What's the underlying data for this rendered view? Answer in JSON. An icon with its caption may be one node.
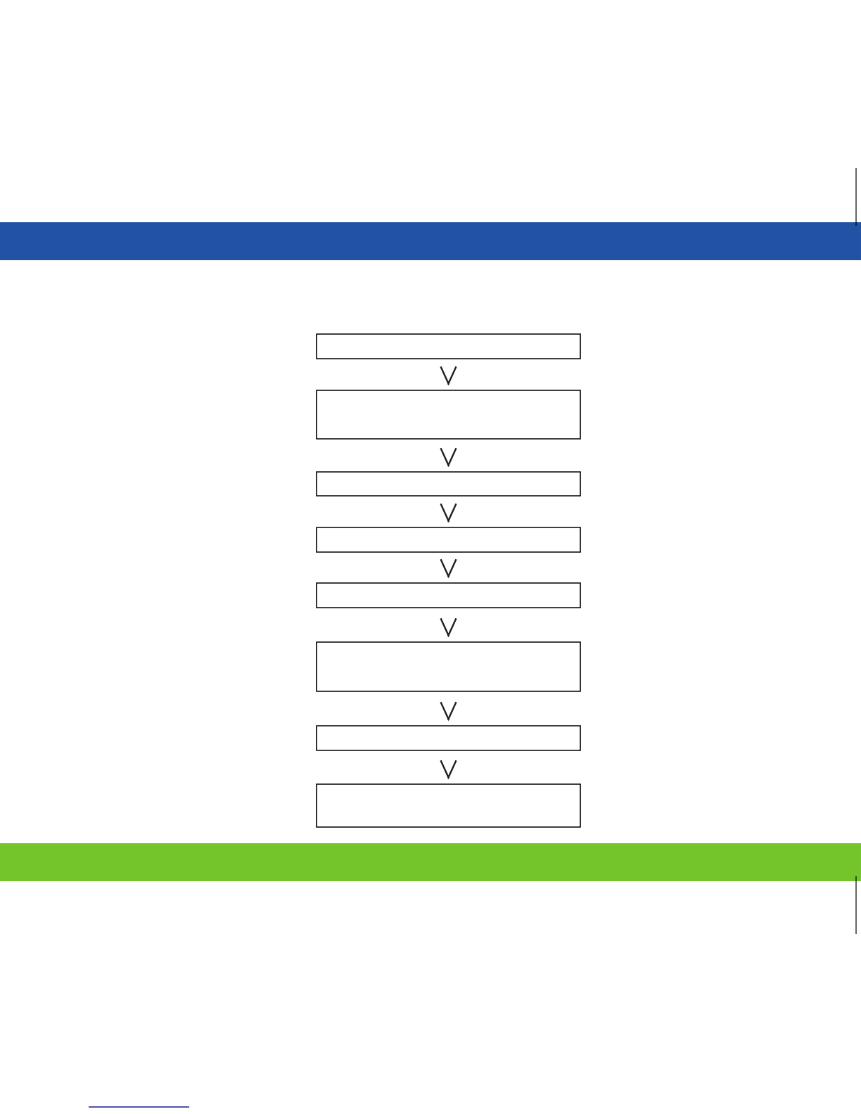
{
  "diagram": {
    "nodes": [
      {
        "text": [],
        "shape": "box"
      },
      {
        "text": [],
        "shape": "box"
      },
      {
        "text": [],
        "shape": "box"
      },
      {
        "text": [],
        "shape": "box"
      },
      {
        "text": [],
        "shape": "box"
      },
      {
        "text": [],
        "shape": "box"
      },
      {
        "text": [],
        "shape": "box"
      },
      {
        "text": [],
        "shape": "box"
      }
    ],
    "edges": [
      {
        "from": 0,
        "to": 1,
        "arrow": "to"
      },
      {
        "from": 1,
        "to": 2,
        "arrow": "to"
      },
      {
        "from": 2,
        "to": 3,
        "arrow": "to"
      },
      {
        "from": 3,
        "to": 4,
        "arrow": "to"
      },
      {
        "from": 4,
        "to": 5,
        "arrow": "to"
      },
      {
        "from": 5,
        "to": 6,
        "arrow": "to"
      },
      {
        "from": 6,
        "to": 7,
        "arrow": "to"
      }
    ]
  }
}
